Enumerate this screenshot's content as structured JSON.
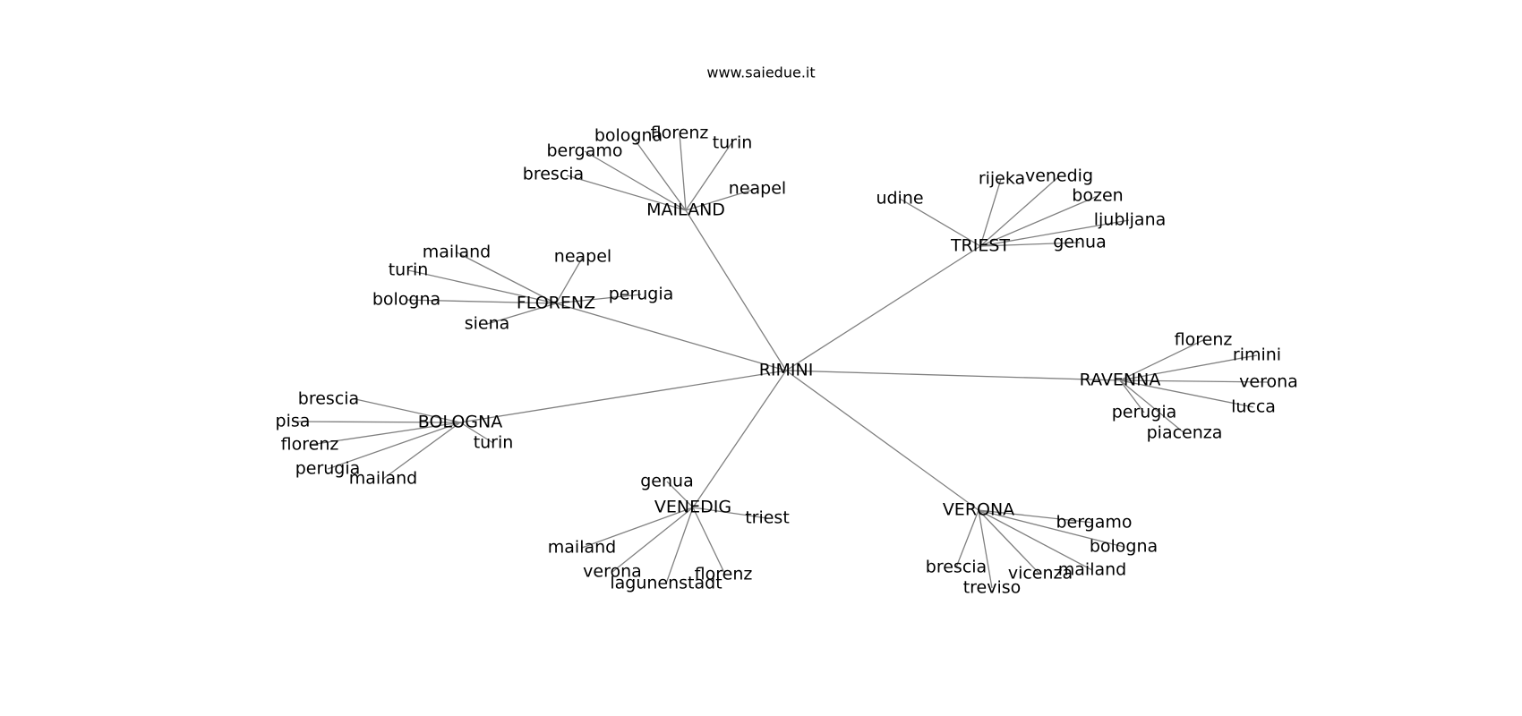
{
  "title": "www.saiedue.it",
  "center": "RIMINI",
  "hubs": [
    {
      "name": "MAILAND",
      "leaves": [
        "brescia",
        "bergamo",
        "bologna",
        "florenz",
        "turin",
        "neapel"
      ]
    },
    {
      "name": "TRIEST",
      "leaves": [
        "udine",
        "rijeka",
        "venedig",
        "bozen",
        "ljubljana",
        "genua"
      ]
    },
    {
      "name": "FLORENZ",
      "leaves": [
        "mailand",
        "turin",
        "bologna",
        "siena",
        "neapel",
        "perugia"
      ]
    },
    {
      "name": "RAVENNA",
      "leaves": [
        "florenz",
        "rimini",
        "verona",
        "lucca",
        "perugia",
        "piacenza"
      ]
    },
    {
      "name": "BOLOGNA",
      "leaves": [
        "brescia",
        "pisa",
        "florenz",
        "perugia",
        "mailand",
        "turin"
      ]
    },
    {
      "name": "VENEDIG",
      "leaves": [
        "genua",
        "triest",
        "mailand",
        "verona",
        "lagunenstadt",
        "florenz"
      ]
    },
    {
      "name": "VERONA",
      "leaves": [
        "bergamo",
        "bologna",
        "mailand",
        "vicenza",
        "treviso",
        "brescia"
      ]
    }
  ],
  "colors": {
    "edge": "#808080",
    "text": "#000000",
    "background": "#ffffff"
  }
}
